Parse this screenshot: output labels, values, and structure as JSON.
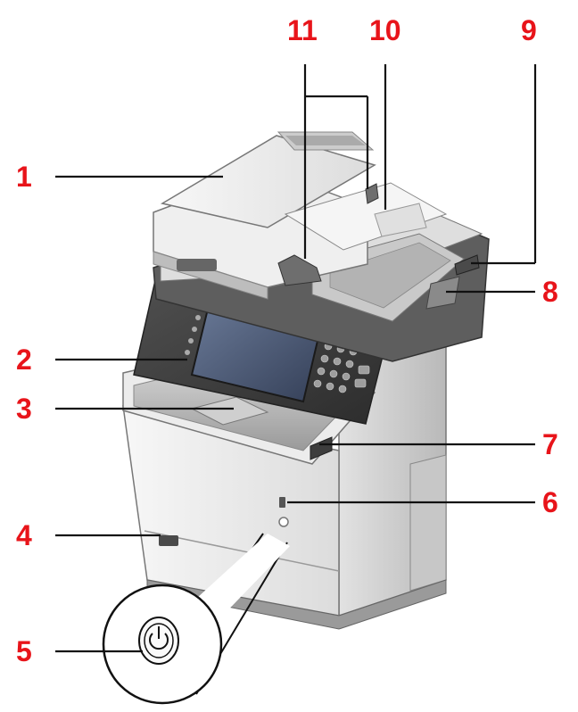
{
  "callouts": {
    "c1": "1",
    "c2": "2",
    "c3": "3",
    "c4": "4",
    "c5": "5",
    "c6": "6",
    "c7": "7",
    "c8": "8",
    "c9": "9",
    "c10": "10",
    "c11": "11"
  },
  "colors": {
    "callout": "#e8141a",
    "line": "#111111",
    "body_light": "#f4f4f4",
    "body_dark": "#3a3a3a",
    "screen": "#4b5a78"
  }
}
